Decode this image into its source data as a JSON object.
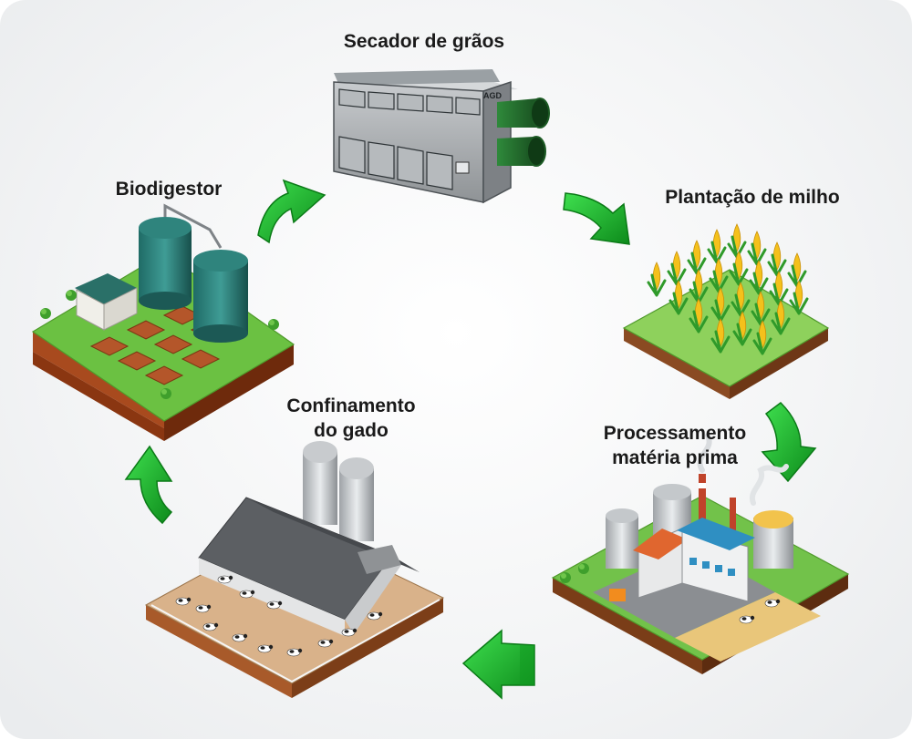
{
  "stages": {
    "secador": "Secador de grãos",
    "milho": "Plantação de milho",
    "processamento_l1": "Processamento",
    "processamento_l2": "matéria prima",
    "confinamento_l1": "Confinamento",
    "confinamento_l2": "do gado",
    "biodigestor": "Biodigestor"
  },
  "dryer_logo": "AGD",
  "colors": {
    "arrow": "#19b82a",
    "arrow_dark": "#0d8a1b",
    "grass": "#5dbb3a",
    "soil": "#b9652f",
    "soil_dark": "#7e3a18",
    "roof_gray": "#5c5f63",
    "roof_blue": "#2f8fc2",
    "roof_orange": "#e0662f",
    "corn": "#f4c11b",
    "dryer_body": "#a9acaf",
    "dryer_duct": "#1f6a2b"
  },
  "icons": [
    "cycle-arrow-icon",
    "dryer-icon",
    "corn-field-icon",
    "factory-icon",
    "barn-icon",
    "biodigester-icon"
  ]
}
